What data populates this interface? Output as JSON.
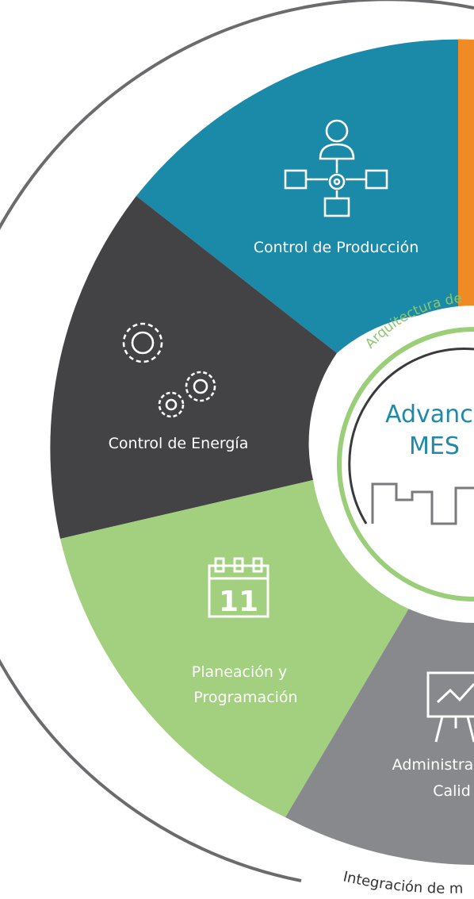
{
  "segments": [
    {
      "id": "produccion",
      "label_lines": [
        "Control de Producción"
      ],
      "color": "#1b89a8",
      "icon": "operator-flow-icon"
    },
    {
      "id": "energia",
      "label_lines": [
        "Control de Energía"
      ],
      "color": "#434345",
      "icon": "gears-icon"
    },
    {
      "id": "planeacion",
      "label_lines": [
        "Planeación y",
        "Programación"
      ],
      "color": "#a2d07e",
      "icon": "calendar-icon"
    },
    {
      "id": "calidad",
      "label_lines": [
        "Administra",
        "Calid"
      ],
      "color": "#88898c",
      "icon": "chart-board-icon"
    }
  ],
  "accent_color": "#f08a24",
  "center": {
    "line1": "Advanc",
    "line2": "MES",
    "text_color": "#1e89a8",
    "ring_color": "#9bce78"
  },
  "calendar_day": "11",
  "arc_label": "Arquitectura de",
  "bottom_label": "Integración de m"
}
